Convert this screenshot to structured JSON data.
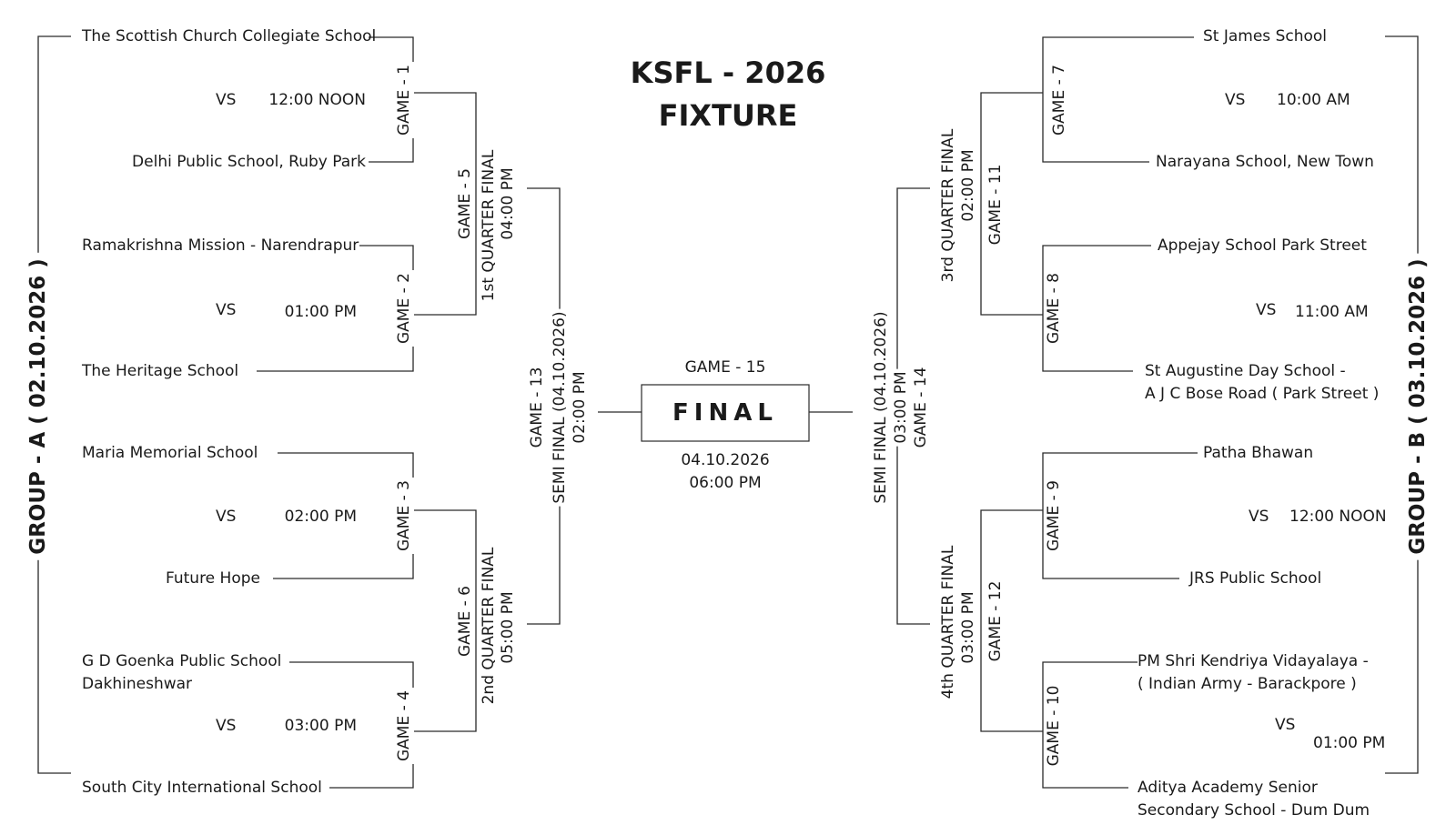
{
  "title": [
    "KSFL - 2026",
    "FIXTURE"
  ],
  "vs_label": "VS",
  "groups": {
    "a": "GROUP - A ( 02.10.2026 )",
    "b": "GROUP - B ( 03.10.2026 )"
  },
  "group_a_games": [
    {
      "game": "GAME - 1",
      "time": "12:00 NOON",
      "team1": [
        "The Scottish Church Collegiate School"
      ],
      "team2": [
        "Delhi Public School, Ruby Park"
      ]
    },
    {
      "game": "GAME - 2",
      "time": "01:00 PM",
      "team1": [
        "Ramakrishna Mission - Narendrapur"
      ],
      "team2": [
        "The Heritage School"
      ]
    },
    {
      "game": "GAME - 3",
      "time": "02:00 PM",
      "team1": [
        "Maria Memorial School"
      ],
      "team2": [
        "Future Hope"
      ]
    },
    {
      "game": "GAME - 4",
      "time": "03:00 PM",
      "team1": [
        "G D Goenka Public School",
        "Dakhineshwar"
      ],
      "team2": [
        "South City International School"
      ]
    }
  ],
  "group_b_games": [
    {
      "game": "GAME - 7",
      "time": "10:00 AM",
      "team1": [
        "St James School"
      ],
      "team2": [
        "Narayana School, New Town"
      ]
    },
    {
      "game": "GAME - 8",
      "time": "11:00 AM",
      "team1": [
        "Appejay School Park Street"
      ],
      "team2": [
        "St Augustine Day School -",
        "A J C Bose Road ( Park Street )"
      ]
    },
    {
      "game": "GAME - 9",
      "time": "12:00 NOON",
      "team1": [
        "Patha Bhawan"
      ],
      "team2": [
        "JRS Public School"
      ]
    },
    {
      "game": "GAME - 10",
      "time": "01:00 PM",
      "team1": [
        "PM Shri Kendriya Vidayalaya -",
        "( Indian Army - Barackpore )"
      ],
      "team2": [
        "Aditya Academy Senior",
        "Secondary School - Dum Dum"
      ]
    }
  ],
  "quarter_finals": [
    {
      "game": "GAME - 5",
      "name": "1st QUARTER FINAL",
      "time": "04:00 PM"
    },
    {
      "game": "GAME - 6",
      "name": "2nd QUARTER FINAL",
      "time": "05:00 PM"
    },
    {
      "game": "GAME - 11",
      "name": "3rd QUARTER FINAL",
      "time": "02:00 PM"
    },
    {
      "game": "GAME - 12",
      "name": "4th QUARTER FINAL",
      "time": "03:00 PM"
    }
  ],
  "semi_finals": [
    {
      "game": "GAME - 13",
      "name": "SEMI FINAL (04.10.2026)",
      "time": "02:00 PM"
    },
    {
      "game": "GAME - 14",
      "name": "SEMI FINAL (04.10.2026)",
      "time": "03:00 PM"
    }
  ],
  "final": {
    "game": "GAME - 15",
    "label": "FINAL",
    "date": "04.10.2026",
    "time": "06:00 PM"
  }
}
